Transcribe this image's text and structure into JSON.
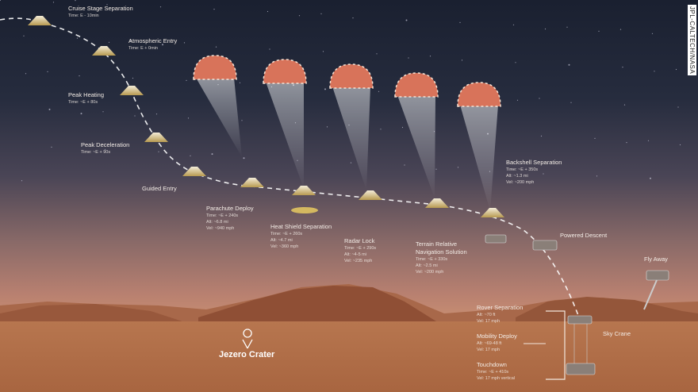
{
  "credit": "JPL-CALTECH/NASA",
  "location": "Jezero Crater",
  "stages": [
    {
      "title": "Cruise Stage Separation",
      "lines": [
        "Time: E - 10min"
      ]
    },
    {
      "title": "Atmospheric Entry",
      "lines": [
        "Time: E + 0min"
      ]
    },
    {
      "title": "Peak Heating",
      "lines": [
        "Time: ~E + 80s"
      ]
    },
    {
      "title": "Peak Deceleration",
      "lines": [
        "Time: ~E + 90s"
      ]
    },
    {
      "title": "Guided Entry",
      "lines": []
    },
    {
      "title": "Parachute Deploy",
      "lines": [
        "Time: ~E + 240s",
        "Alt: ~6.8 mi",
        "Vel: ~940 mph"
      ]
    },
    {
      "title": "Heat Shield Separation",
      "lines": [
        "Time: ~E + 260s",
        "Alt: ~4.7 mi",
        "Vel: ~360 mph"
      ]
    },
    {
      "title": "Radar Lock",
      "lines": [
        "Time: ~E + 290s",
        "Alt: ~4-5 mi",
        "Vel: ~235 mph"
      ]
    },
    {
      "title": "Terrain Relative",
      "title2": "Navigation Solution",
      "lines": [
        "Time: ~E + 330s",
        "Alt: ~2.5 mi",
        "Vel: ~200 mph"
      ]
    },
    {
      "title": "Backshell Separation",
      "lines": [
        "Time: ~E + 350s",
        "Alt: ~1.3 mi",
        "Vel: ~200 mph"
      ]
    },
    {
      "title": "Powered Descent",
      "lines": []
    },
    {
      "title": "Fly Away",
      "lines": []
    },
    {
      "title": "Rover Separation",
      "lines": [
        "Alt: ~70 ft",
        "Vel: 17 mph"
      ]
    },
    {
      "title": "Mobility Deploy",
      "lines": [
        "Alt: ~69-48 ft",
        "Vel: 17 mph"
      ]
    },
    {
      "title": "Touchdown",
      "lines": [
        "Time: ~E + 410s",
        "Vel: 17 mph vertical"
      ]
    },
    {
      "title": "Sky Crane",
      "lines": []
    }
  ]
}
